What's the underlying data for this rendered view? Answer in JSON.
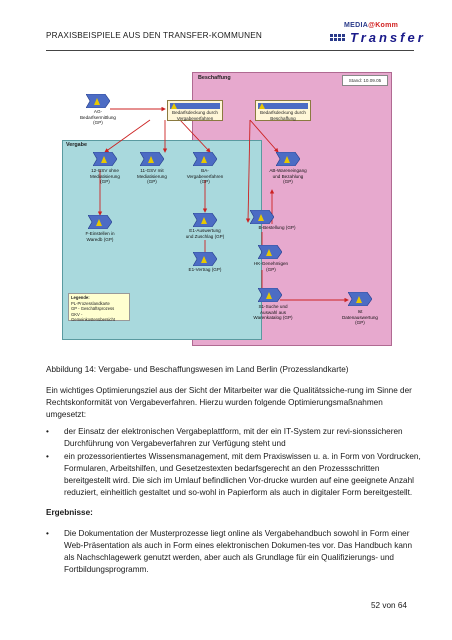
{
  "header": {
    "title": "PRAXISBEISPIELE AUS DEN TRANSFER-KOMMUNEN",
    "logo_top": "MEDIA",
    "logo_top_accent": "@Komm",
    "logo_bottom": "Transfer"
  },
  "figure": {
    "beschaffung_label": "Beschaffung",
    "vergabe_label": "Vergabe",
    "stand": "Stand: 10.09.05",
    "nodes": {
      "ag_bedarf": "AG-\nBedarfsermittlung\n(GP)",
      "gg_rsv": "12-GSV ohne\nMediatisierung\n(GP)",
      "ks_gsv": "11-GSV mit\nMediatisierung\n(GP)",
      "ba_verfahren": "BA-\nVergabeverfahren\n(GP)",
      "f_einstellen": "F-Einstellen in\nWaredb (GP)",
      "e1_auswertung": "E1-Auswertung\nund Zuschlag (GP)",
      "e1_vertrag": "E1-Vertrag (GP)",
      "ab_wareneingang": "AB-Wareneingang\nund Bezahlung\n(GP)",
      "b_bestellung": "B-Bestellung (GP)",
      "hk_genehmigen": "HK-Genehmigen\n(GP)",
      "s1_suche": "S1-Suche und\nAuswahl aus\nWarenkatalog (GP)",
      "ist_datenauswertung": "Ist\nDatenauswertung\n(GP)"
    },
    "boxes": {
      "bedarfsdeckung_vergabe": "Bedarfsdeckung durch\nVergabeverfahren",
      "bedarfsdeckung_beschaffung": "Bedarfsdeckung durch\nBeschaffung"
    },
    "legend": {
      "title": "Legende:",
      "line1": "PL-Prozesslandkarte",
      "line2": "GP - Geschäftsprozess",
      "line3": "GKV - Gemeinkostenübersicht"
    }
  },
  "caption": "Abbildung 14: Vergabe- und Beschaffungswesen im Land Berlin (Prozesslandkarte)",
  "intro": "Ein wichtiges Optimierungsziel aus der Sicht der Mitarbeiter war die Qualitätssiche-rung im Sinne der Rechtskonformität von Vergabeverfahren. Hierzu wurden folgende Optimierungsmaßnahmen umgesetzt:",
  "bullets": [
    "der Einsatz der elektronischen Vergabeplattform, mit der ein IT-System zur revi-sionssicheren Durchführung von Vergabeverfahren zur Verfügung steht und",
    "ein prozessorientiertes Wissensmanagement, mit dem Praxiswissen u. a. in Form von Vordrucken, Formularen, Arbeitshilfen, und Gesetzestexten bedarfsgerecht an den Prozessschritten bereitgestellt wird. Die sich im Umlauf befindlichen Vor-drucke wurden auf eine geeignete Anzahl reduziert, einheitlich gestaltet und so-wohl in Papierform als auch in digitaler Form bereitgestellt."
  ],
  "ergebnisse_heading": "Ergebnisse:",
  "ergebnisse_bullets": [
    "Die Dokumentation der Musterprozesse liegt online als Vergabehandbuch sowohl in Form einer Web-Präsentation als auch in Form eines elektronischen Dokumen-tes vor. Das Handbuch kann als Nachschlagewerk genutzt werden, aber auch als Grundlage für ein Qualifizierungs- und Fortbildungsprogramm."
  ],
  "bullet_char": "•",
  "page_number": "52 von 64",
  "colors": {
    "beschaffung_bg": "#e7a9ce",
    "vergabe_bg": "#a9d9dd",
    "process_blue": "#4c6cc4",
    "process_yellow": "#e8c800",
    "arrow_red": "#cc2222"
  }
}
